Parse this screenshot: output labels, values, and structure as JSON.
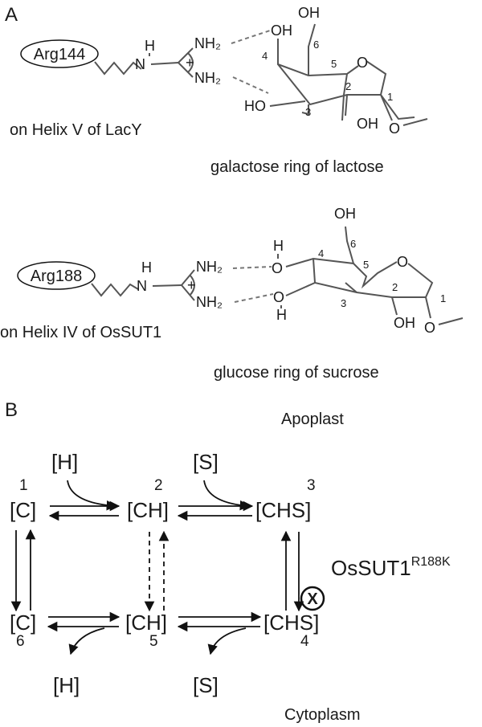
{
  "panel_a": {
    "label": "A",
    "top": {
      "residue": "Arg144",
      "caption_left": "on Helix V of LacY",
      "caption_right": "galactose ring of lactose",
      "atoms": {
        "n": "N",
        "h": "H",
        "nh2_a": "NH₂",
        "nh2_b": "NH₂",
        "plus": "+",
        "oh_top": "OH",
        "oh_c6": "OH",
        "o_ring": "O",
        "ho_c3": "HO",
        "oh_c2": "OH"
      },
      "ring_numbers": [
        "1",
        "2",
        "3",
        "4",
        "5",
        "6"
      ]
    },
    "bottom": {
      "residue": "Arg188",
      "caption_left": "on Helix IV of OsSUT1",
      "caption_right": "glucose ring of sucrose",
      "atoms": {
        "n": "N",
        "h": "H",
        "nh2_a": "NH₂",
        "nh2_b": "NH₂",
        "plus": "+",
        "h_top": "H",
        "o_c4": "O",
        "oh_c6": "OH",
        "o_ring": "O",
        "o_c3": "O",
        "h_bottom": "H",
        "oh_c2": "OH"
      },
      "ring_numbers": [
        "1",
        "2",
        "3",
        "4",
        "5",
        "6"
      ]
    }
  },
  "panel_b": {
    "label": "B",
    "apoplast": "Apoplast",
    "cytoplasm": "Cytoplasm",
    "h_top": "[H]",
    "s_top": "[S]",
    "h_bottom": "[H]",
    "s_bottom": "[S]",
    "states": [
      {
        "id": "1",
        "label": "[C]"
      },
      {
        "id": "2",
        "label": "[CH]"
      },
      {
        "id": "3",
        "label": "[CHS]"
      },
      {
        "id": "4",
        "label": "[CHS]"
      },
      {
        "id": "5",
        "label": "[CH]"
      },
      {
        "id": "6",
        "label": "[C]"
      }
    ],
    "mutant": "OsSUT1",
    "mutant_sup": "R188K",
    "block_symbol": "X"
  }
}
